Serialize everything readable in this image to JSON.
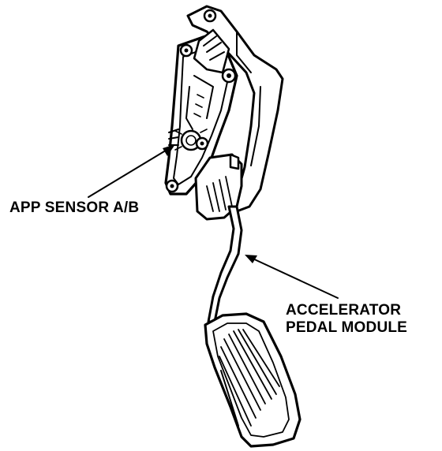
{
  "callouts": {
    "app_sensor": "APP SENSOR A/B",
    "accelerator_line1": "ACCELERATOR",
    "accelerator_line2": "PEDAL MODULE"
  },
  "colors": {
    "ink": "#000000",
    "paper": "#ffffff"
  }
}
